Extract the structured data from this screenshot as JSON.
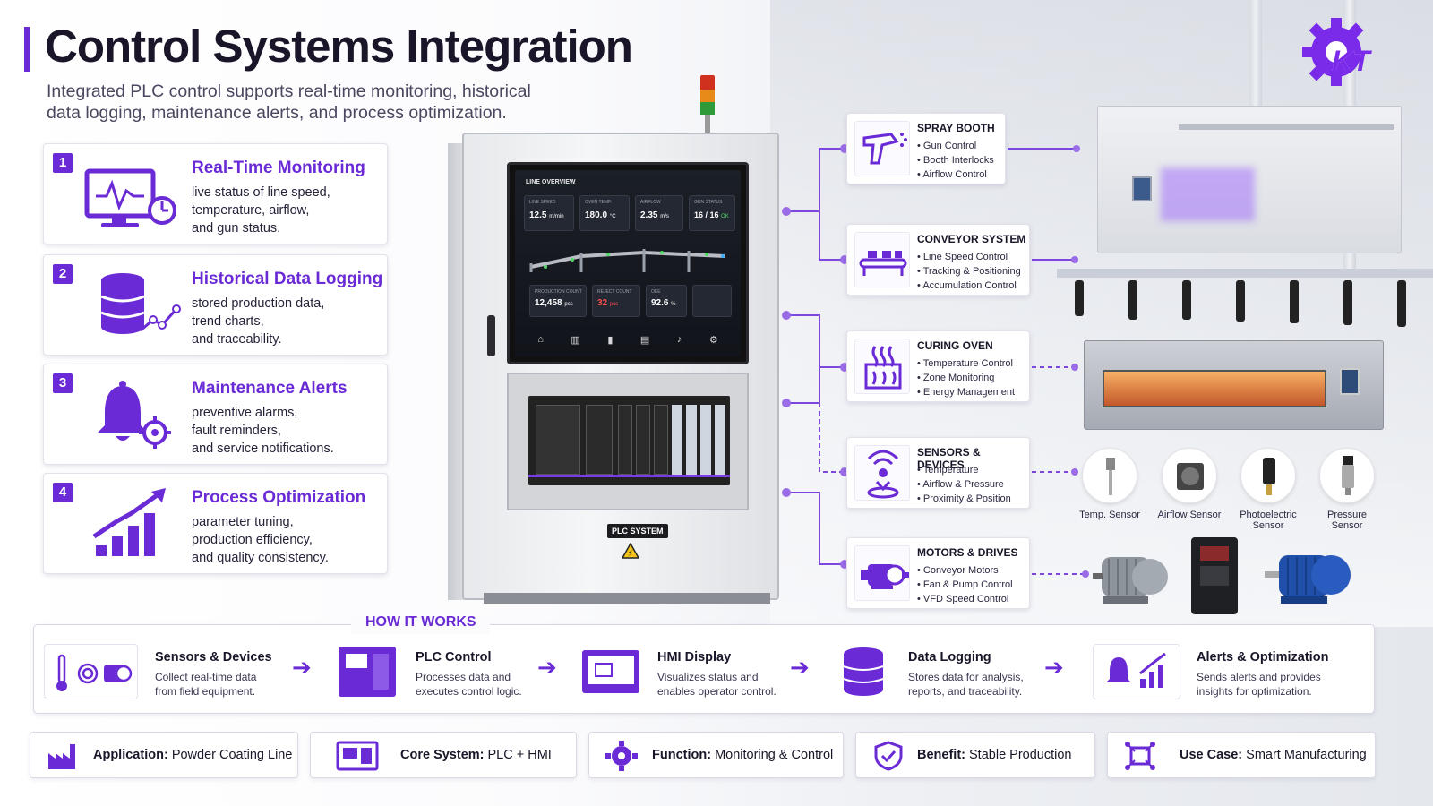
{
  "header": {
    "title": "Control Systems Integration",
    "subtitle_line1": "Integrated PLC control supports real-time monitoring, historical",
    "subtitle_line2": "data logging, maintenance alerts, and process optimization.",
    "logo_text": "KT"
  },
  "features": [
    {
      "num": "1",
      "title": "Real-Time Monitoring",
      "lines": [
        "live status of line speed,",
        "temperature, airflow,",
        "and gun status."
      ],
      "icon": "monitor-chart-icon"
    },
    {
      "num": "2",
      "title": "Historical Data Logging",
      "lines": [
        "stored production data,",
        "trend charts,",
        "and traceability."
      ],
      "icon": "database-trend-icon"
    },
    {
      "num": "3",
      "title": "Maintenance Alerts",
      "lines": [
        "preventive alarms,",
        "fault reminders,",
        "and service notifications."
      ],
      "icon": "bell-gear-icon"
    },
    {
      "num": "4",
      "title": "Process Optimization",
      "lines": [
        "parameter tuning,",
        "production efficiency,",
        "and quality consistency."
      ],
      "icon": "growth-chart-icon"
    }
  ],
  "hmi": {
    "screen_title": "LINE OVERVIEW",
    "tiles": [
      {
        "label": "LINE SPEED",
        "value": "12.5",
        "unit": "m/min"
      },
      {
        "label": "OVEN TEMP.",
        "value": "180.0",
        "unit": "°C"
      },
      {
        "label": "AIRFLOW",
        "value": "2.35",
        "unit": "m/s"
      },
      {
        "label": "GUN STATUS",
        "value": "16 / 16",
        "unit": "OK"
      },
      {
        "label": "PRODUCTION COUNT",
        "value": "12,458",
        "unit": "pcs"
      },
      {
        "label": "REJECT COUNT",
        "value": "32",
        "unit": "pcs"
      },
      {
        "label": "OEE",
        "value": "92.6",
        "unit": "%"
      }
    ],
    "plc_label": "PLC SYSTEM"
  },
  "systems": [
    {
      "title": "SPRAY BOOTH",
      "items": [
        "Gun Control",
        "Booth Interlocks",
        "Airflow Control"
      ],
      "icon": "spray-gun-icon"
    },
    {
      "title": "CONVEYOR SYSTEM",
      "items": [
        "Line Speed Control",
        "Tracking & Positioning",
        "Accumulation Control"
      ],
      "icon": "conveyor-icon"
    },
    {
      "title": "CURING OVEN",
      "items": [
        "Temperature Control",
        "Zone Monitoring",
        "Energy Management"
      ],
      "icon": "oven-heat-icon"
    },
    {
      "title": "SENSORS & DEVICES",
      "items": [
        "Temperature",
        "Airflow & Pressure",
        "Proximity & Position"
      ],
      "icon": "sensor-signal-icon"
    },
    {
      "title": "MOTORS & DRIVES",
      "items": [
        "Conveyor Motors",
        "Fan & Pump Control",
        "VFD Speed Control"
      ],
      "icon": "motor-icon"
    }
  ],
  "sensors": [
    {
      "label": "Temp. Sensor"
    },
    {
      "label": "Airflow Sensor"
    },
    {
      "label": "Photoelectric",
      "label2": "Sensor"
    },
    {
      "label": "Pressure",
      "label2": "Sensor"
    }
  ],
  "how_it_works": {
    "title": "HOW IT WORKS",
    "steps": [
      {
        "title": "Sensors & Devices",
        "line1": "Collect real-time data",
        "line2": "from field equipment."
      },
      {
        "title": "PLC Control",
        "line1": "Processes data and",
        "line2": "executes control logic."
      },
      {
        "title": "HMI Display",
        "line1": "Visualizes status and",
        "line2": "enables operator control."
      },
      {
        "title": "Data Logging",
        "line1": "Stores data for analysis,",
        "line2": "reports, and traceability."
      },
      {
        "title": "Alerts & Optimization",
        "line1": "Sends alerts and provides",
        "line2": "insights for optimization."
      }
    ]
  },
  "tags": [
    {
      "key": "Application:",
      "value": "Powder Coating Line",
      "icon": "factory-icon"
    },
    {
      "key": "Core System:",
      "value": "PLC + HMI",
      "icon": "plc-hmi-icon"
    },
    {
      "key": "Function:",
      "value": "Monitoring & Control",
      "icon": "gear-icon"
    },
    {
      "key": "Benefit:",
      "value": "Stable Production",
      "icon": "shield-check-icon"
    },
    {
      "key": "Use Case:",
      "value": "Smart Manufacturing",
      "icon": "network-icon"
    }
  ],
  "colors": {
    "accent": "#6a2bd6",
    "text": "#1a1528"
  }
}
